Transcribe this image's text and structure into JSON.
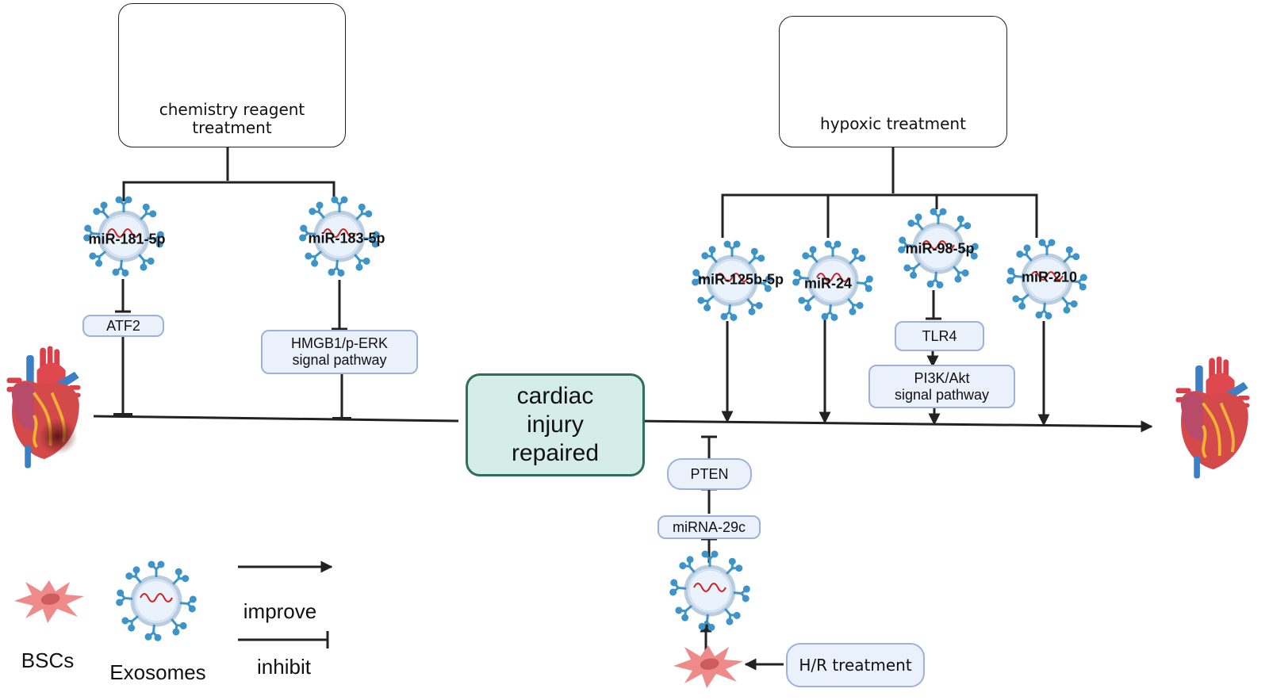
{
  "treatments": {
    "chemistry": {
      "line1": "chemistry reagent",
      "line2": "treatment",
      "icons": [
        "culture-flask-icon",
        "stem-cell-icon"
      ]
    },
    "hypoxic": {
      "label": "hypoxic treatment",
      "icons": [
        "incubator-icon",
        "stem-cell-icon"
      ]
    }
  },
  "mirnas": {
    "mir181": "miR-181-5p",
    "mir183": "miR-183-5p",
    "mir125b": "miR-125b-5p",
    "mir24": "miR-24",
    "mir98": "miR-98-5p",
    "mir210": "miR-210"
  },
  "targets": {
    "atf2": "ATF2",
    "hmgb1_line1": "HMGB1/p-ERK",
    "hmgb1_line2": "signal pathway",
    "tlr4": "TLR4",
    "pi3k_line1": "PI3K/Akt",
    "pi3k_line2": "signal pathway",
    "pten": "PTEN",
    "mirna29c": "miRNA-29c",
    "hr_treatment": "H/R treatment"
  },
  "central": {
    "line1": "cardiac",
    "line2": "injury",
    "line3": "repaired"
  },
  "legend": {
    "bscs": "BSCs",
    "exosomes": "Exosomes",
    "improve": "improve",
    "inhibit": "inhibit"
  },
  "colors": {
    "line": "#222222",
    "central_fill": "#d4ede7",
    "central_border": "#2f6e5a",
    "pill_fill": "#eaf1fb",
    "pill_border": "#9db1dc",
    "exosome_spike": "#3d94c8",
    "cell": "#ef8a8a",
    "rna": "#d62020"
  }
}
